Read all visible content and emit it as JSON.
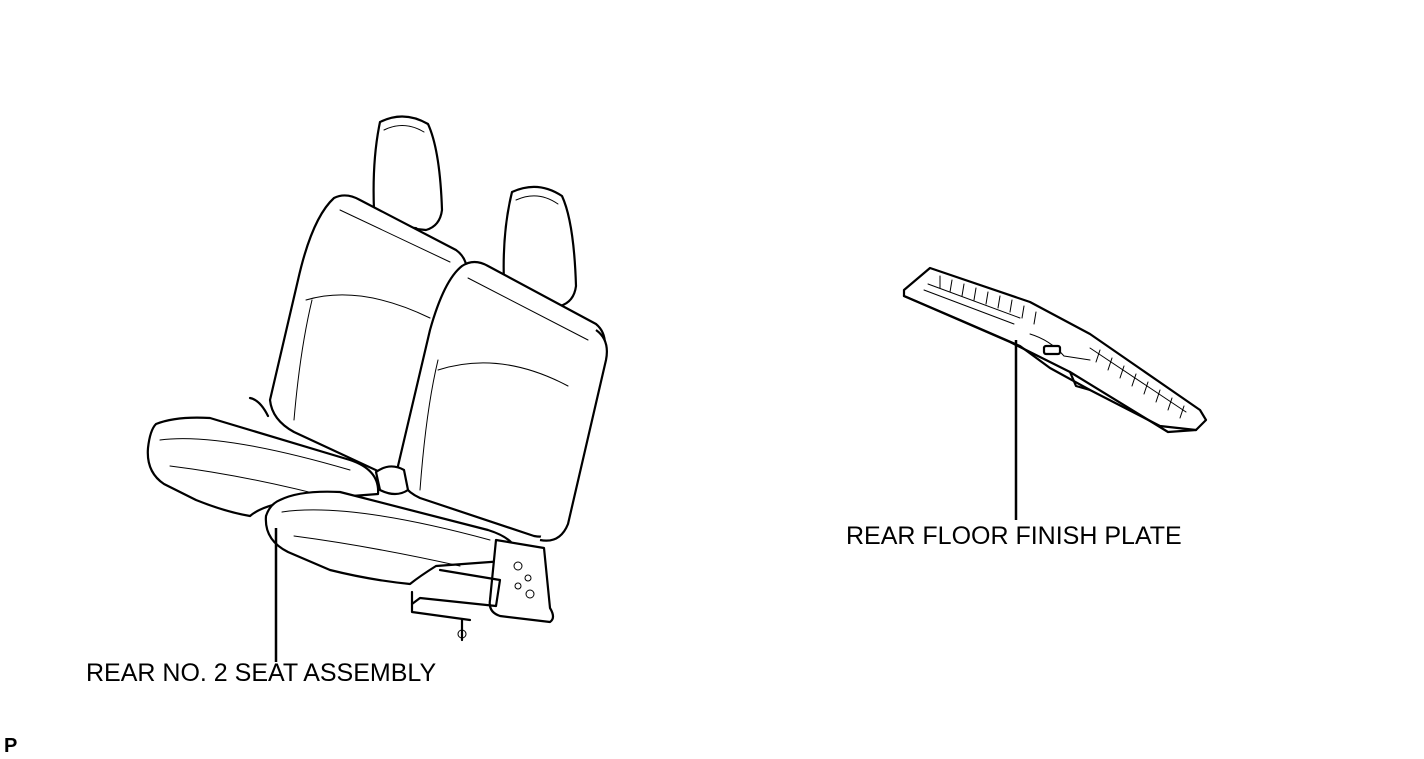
{
  "parts": {
    "seat": {
      "label": "REAR NO. 2 SEAT ASSEMBLY"
    },
    "plate": {
      "label": "REAR FLOOR FINISH PLATE"
    }
  },
  "corner_code": "P",
  "colors": {
    "ink": "#000000",
    "background": "#ffffff"
  }
}
